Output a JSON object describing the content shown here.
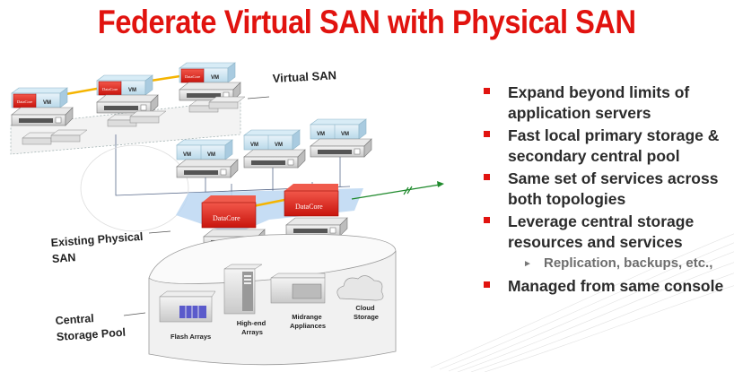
{
  "title": "Federate Virtual SAN with Physical SAN",
  "diagram": {
    "virtual_san_label": "Virtual SAN",
    "existing_physical_san_label": [
      "Existing Physical",
      "SAN"
    ],
    "central_storage_pool_label": [
      "Central",
      "Storage Pool"
    ],
    "vm_label": "VM",
    "logo_text": "DataCore",
    "devices": {
      "flash": "Flash Arrays",
      "highend": [
        "High-end",
        "Arrays"
      ],
      "midrange": [
        "Midrange",
        "Appliances"
      ],
      "cloud": [
        "Cloud",
        "Storage"
      ]
    },
    "colors": {
      "accent_red": "#e1130f",
      "link_orange": "#f5b400",
      "wan_green": "#1f8a2c",
      "plane_blue": "#bcd7f2"
    }
  },
  "bullets": [
    {
      "text": "Expand beyond limits of application servers"
    },
    {
      "text": "Fast local primary storage & secondary central pool"
    },
    {
      "text": "Same set of services across both topologies"
    },
    {
      "text": "Leverage central storage resources and services"
    },
    {
      "text": "Replication, backups, etc.,",
      "sub": true
    },
    {
      "text": "Managed from same console"
    }
  ]
}
